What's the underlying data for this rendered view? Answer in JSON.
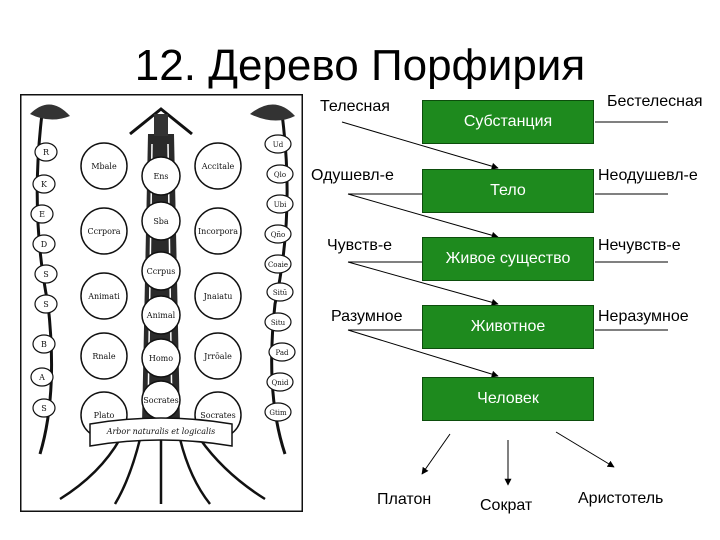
{
  "title": "12. Дерево Порфирия",
  "woodcut": {
    "caption": "Arbor naturalis et logicalis",
    "center_words": [
      "Ens",
      "Sba",
      "Ccrpus",
      "Animal",
      "Homo",
      "Socrates"
    ],
    "left_words": [
      "Mbale",
      "Ccrpora",
      "Animati",
      "Rnale",
      "Plato"
    ],
    "right_words": [
      "Accitale",
      "Incorpora",
      "Jnaiatu",
      "Jrrōale",
      "Socrates"
    ],
    "left_letters": [
      "R",
      "K",
      "E",
      "D",
      "S",
      "S",
      "B",
      "A",
      "S"
    ],
    "right_words_small": [
      "Ud",
      "Qlo",
      "Ubi",
      "Qño",
      "Coaie",
      "Sitū",
      "Situ",
      "Pad",
      "Qnid",
      "Gtim"
    ]
  },
  "chain": [
    {
      "label": "Субстанция",
      "left": "Телесная",
      "right": "Бестелесная"
    },
    {
      "label": "Тело",
      "left": "Одушевл-е",
      "right": "Неодушевл-е"
    },
    {
      "label": "Живое существо",
      "left": "Чувств-е",
      "right": "Нечувств-е"
    },
    {
      "label": "Животное",
      "left": "Разумное",
      "right": "Неразумное"
    },
    {
      "label": "Человек"
    }
  ],
  "individuals": [
    "Платон",
    "Сократ",
    "Аристотель"
  ],
  "colors": {
    "box": "#1e8a1e",
    "box_text": "#ffffff",
    "lines": "#000000"
  }
}
